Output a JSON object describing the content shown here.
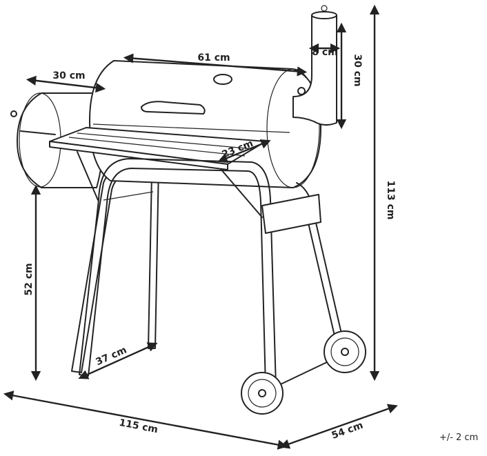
{
  "dimensions": {
    "total_height": "113 cm",
    "chimney_height": "30 cm",
    "chimney_diameter": "8 cm",
    "chamber_width": "61 cm",
    "firebox_width": "30 cm",
    "shelf_depth": "23 cm",
    "shelf_height": "52 cm",
    "leg_depth": "37 cm",
    "total_width": "115 cm",
    "total_depth": "54 cm"
  },
  "tolerance": "+/- 2 cm"
}
